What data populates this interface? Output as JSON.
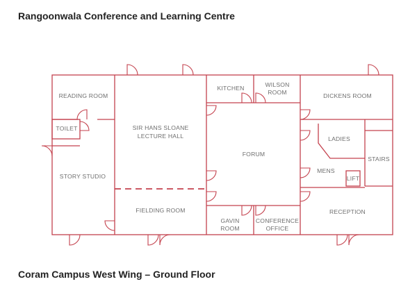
{
  "header": {
    "title": "Rangoonwala Conference and Learning Centre"
  },
  "footer": {
    "subtitle": "Coram Campus West Wing – Ground Floor"
  },
  "colors": {
    "wall": "#c4414d",
    "label": "#6f6f6f",
    "heading": "#222222"
  },
  "rooms": {
    "reading_room": "READING ROOM",
    "toilet": "TOILET",
    "story_studio": "STORY STUDIO",
    "lecture_hall_line1": "SIR HANS SLOANE",
    "lecture_hall_line2": "LECTURE HALL",
    "fielding_room": "FIELDING ROOM",
    "kitchen": "KITCHEN",
    "wilson_room_line1": "WILSON",
    "wilson_room_line2": "ROOM",
    "forum": "FORUM",
    "gavin_room_line1": "GAVIN",
    "gavin_room_line2": "ROOM",
    "conference_office_line1": "CONFERENCE",
    "conference_office_line2": "OFFICE",
    "dickens_room": "DICKENS ROOM",
    "ladies": "LADIES",
    "mens": "MENS",
    "lift": "LIFT",
    "stairs": "STAIRS",
    "reception": "RECEPTION"
  }
}
